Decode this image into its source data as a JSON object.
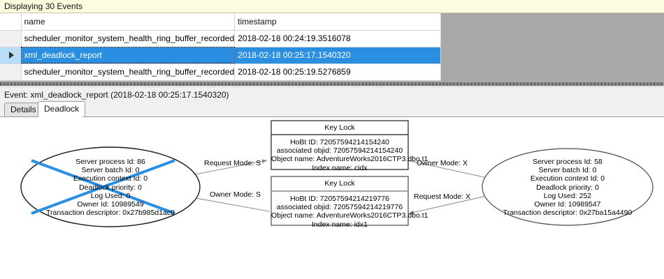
{
  "banner": {
    "text": "Displaying 30 Events"
  },
  "grid": {
    "columns": [
      "",
      "name",
      "timestamp"
    ],
    "rows": [
      {
        "indicator": "",
        "name": "scheduler_monitor_system_health_ring_buffer_recorded",
        "timestamp": "2018-02-18 00:24:19.3516078",
        "selected": false
      },
      {
        "indicator": "row-selector-triangle",
        "name": "xml_deadlock_report",
        "timestamp": "2018-02-18 00:25:17.1540320",
        "selected": true
      },
      {
        "indicator": "",
        "name": "scheduler_monitor_system_health_ring_buffer_recorded",
        "timestamp": "2018-02-18 00:25:19.5276859",
        "selected": false
      }
    ],
    "selection_color": "#2a8fe0",
    "background_color": "#a8a8a8"
  },
  "event_header": {
    "text": "Event: xml_deadlock_report (2018-02-18 00:25:17.1540320)"
  },
  "tabs": [
    {
      "label": "Details",
      "selected": false
    },
    {
      "label": "Deadlock",
      "selected": true
    }
  ],
  "deadlock": {
    "victim_color": "#2a8fe0",
    "processes": [
      {
        "id": "victim-process",
        "is_victim": true,
        "lines": [
          "Server process Id: 86",
          "Server batch Id: 0",
          "Execution context Id: 0",
          "Deadlock priority: 0",
          "Log Used: 0",
          "Owner Id: 10989549",
          "Transaction descriptor: 0x27b985d1ac0"
        ]
      },
      {
        "id": "surviving-process",
        "is_victim": false,
        "lines": [
          "Server process Id: 58",
          "Server batch Id: 0",
          "Execution context Id: 0",
          "Deadlock priority: 0",
          "Log Used: 252",
          "Owner Id: 10989547",
          "Transaction descriptor: 0x27ba15a4490"
        ]
      }
    ],
    "resources": [
      {
        "id": "key-lock-top",
        "title": "Key Lock",
        "lines": [
          "HoBt ID: 72057594214154240",
          "associated objid: 72057594214154240",
          "Object name: AdventureWorks2016CTP3.dbo.t1",
          "Index name: cidx"
        ]
      },
      {
        "id": "key-lock-bottom",
        "title": "Key Lock",
        "lines": [
          "HoBt ID: 72057594214219776",
          "associated objid: 72057594214219776",
          "Object name: AdventureWorks2016CTP3.dbo.t1",
          "Index name: idx1"
        ]
      }
    ],
    "edges": [
      {
        "id": "edge-request-s",
        "label": "Request Mode: S"
      },
      {
        "id": "edge-owner-s",
        "label": "Owner Mode: S"
      },
      {
        "id": "edge-owner-x",
        "label": "Owner Mode: X"
      },
      {
        "id": "edge-request-x",
        "label": "Request Mode: X"
      }
    ]
  }
}
